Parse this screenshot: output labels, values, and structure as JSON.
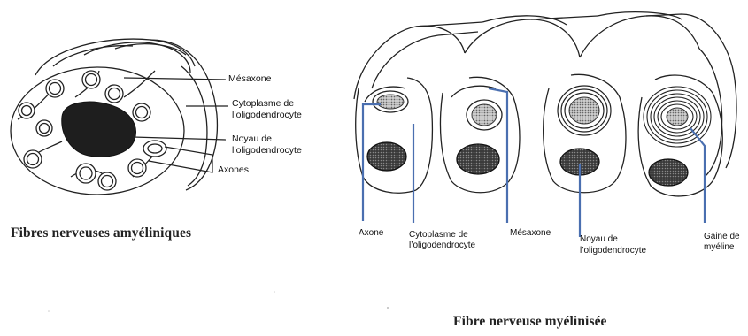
{
  "left_diagram": {
    "caption": "Fibres nerveuses amyéliniques",
    "labels": {
      "mesaxone": "Mésaxone",
      "cytoplasme_1": "Cytoplasme de",
      "cytoplasme_2": "l’oligodendrocyte",
      "noyau_1": "Noyau de",
      "noyau_2": "l’oligodendrocyte",
      "axones": "Axones"
    }
  },
  "right_diagram": {
    "caption": "Fibre nerveuse myélinisée",
    "labels": {
      "axone": "Axone",
      "cytoplasme_1": "Cytoplasme de",
      "cytoplasme_2": "l’oligodendrocyte",
      "mesaxone": "Mésaxone",
      "noyau_1": "Noyau de",
      "noyau_2": "l’oligodendrocyte",
      "gaine_1": "Gaine de",
      "gaine_2": "myéline"
    }
  },
  "colors": {
    "leader_line_right": "#4a6fb0",
    "ink": "#222222",
    "nucleus_fill": "#1e1e1e"
  }
}
